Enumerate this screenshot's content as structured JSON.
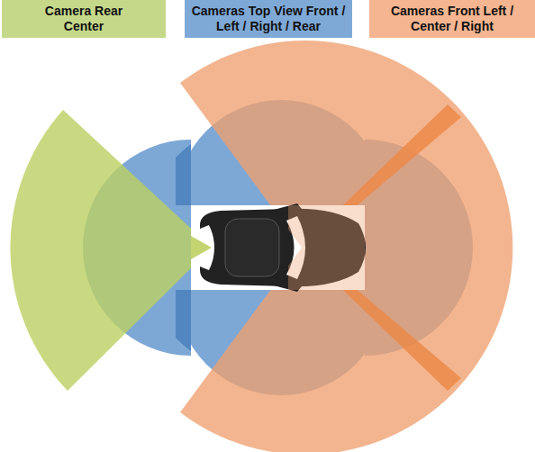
{
  "diagram": {
    "nodes": [
      {
        "text": [
          "Camera Rear Center"
        ]
      },
      {
        "text": [
          "Cameras Top View Front / Left / Right / Rear"
        ]
      },
      {
        "text": [
          "Cameras Front Left / Center / Right"
        ]
      }
    ]
  }
}
